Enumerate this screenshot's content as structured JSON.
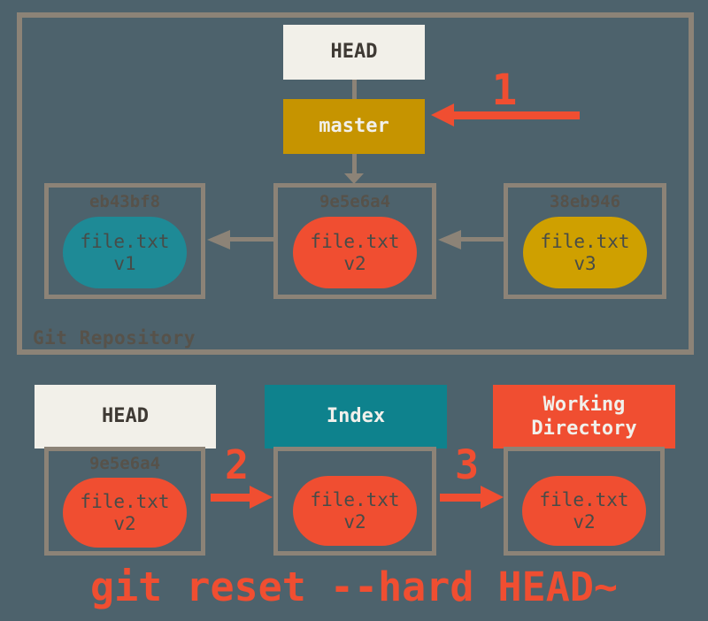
{
  "colors": {
    "background": "#4D626C",
    "border_gray": "#8C8377",
    "off_white": "#F2F0E9",
    "gold": "#C69400",
    "gold_light": "#CFA000",
    "teal": "#1E8A96",
    "teal_dark": "#0E828D",
    "red": "#F04E31",
    "dark_text": "#3F3A34",
    "light_text": "#F1F0EB",
    "hash_text": "#57524A",
    "blob_text": "#474C48"
  },
  "repository": {
    "label": "Git Repository",
    "head_label": "HEAD",
    "branch_label": "master",
    "step1_label": "1",
    "commits": [
      {
        "hash": "eb43bf8",
        "file": "file.txt",
        "version": "v1"
      },
      {
        "hash": "9e5e6a4",
        "file": "file.txt",
        "version": "v2"
      },
      {
        "hash": "38eb946",
        "file": "file.txt",
        "version": "v3"
      }
    ]
  },
  "trees": {
    "step2_label": "2",
    "step3_label": "3",
    "head": {
      "title": "HEAD",
      "hash": "9e5e6a4",
      "file": "file.txt",
      "version": "v2"
    },
    "index": {
      "title": "Index",
      "file": "file.txt",
      "version": "v2"
    },
    "working": {
      "title": "Working Directory",
      "file": "file.txt",
      "version": "v2"
    }
  },
  "command": "git reset --hard HEAD~"
}
